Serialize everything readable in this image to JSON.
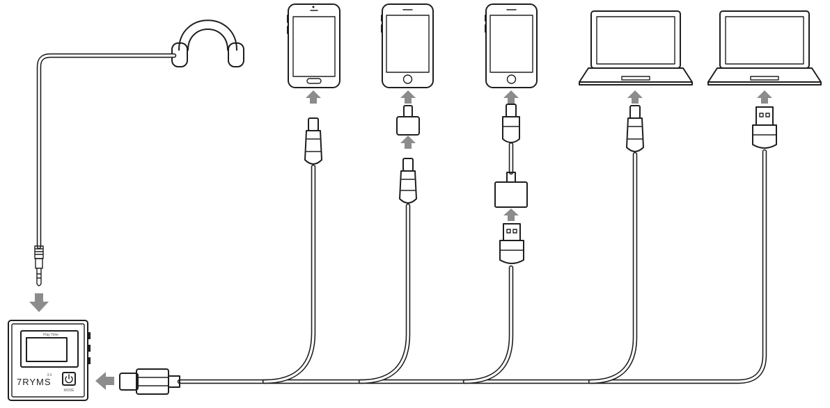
{
  "player": {
    "brand": "7RYMS",
    "mode_label": "MODE",
    "screen_top_text": "Play Time",
    "screen_bottom_text": "3.0"
  },
  "colors": {
    "line": "#1e1e1e",
    "arrow": "#8c8c8c",
    "background": "#ffffff"
  },
  "devices": [
    {
      "icon": "iphone-legacy-icon",
      "connection": "micro-usb-cable"
    },
    {
      "icon": "iphone-icon",
      "connection": "micro-usb-cable-with-lightning-adapter"
    },
    {
      "icon": "iphone-icon",
      "connection": "usb-a-to-lightning-cable-with-otg-adapter"
    },
    {
      "icon": "laptop-icon",
      "connection": "micro-usb-cable"
    },
    {
      "icon": "laptop-icon",
      "connection": "usb-a-cable"
    }
  ],
  "input": {
    "icon": "headphones-icon",
    "connection": "3.5mm-audio-cable"
  }
}
